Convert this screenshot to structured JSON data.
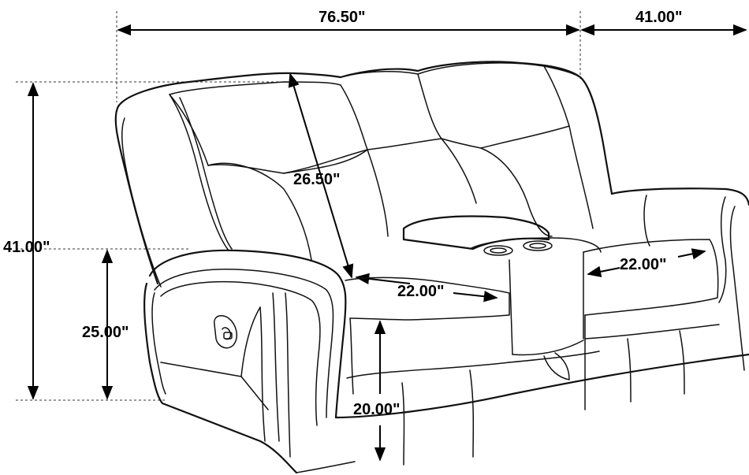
{
  "dimensions": {
    "width": "76.50\"",
    "depth_top": "41.00\"",
    "height": "41.00\"",
    "arm_height": "25.00\"",
    "back_height": "26.50\"",
    "seat_depth_left": "22.00\"",
    "seat_depth_right": "22.00\"",
    "seat_height": "20.00\""
  },
  "colors": {
    "line": "#111111",
    "background": "#ffffff"
  },
  "icons": {
    "recline_handle": "lever-icon",
    "cup_holders": "cup-holder-icon"
  }
}
